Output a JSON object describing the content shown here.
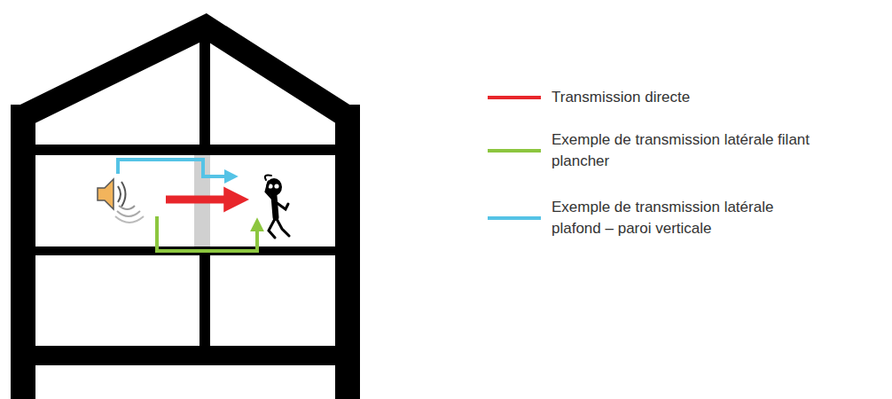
{
  "diagram": {
    "legend": [
      {
        "text": "Transmission directe"
      },
      {
        "text": "Exemple de transmission latérale filant plancher"
      },
      {
        "text": "Exemple de transmission latérale plafond – paroi verticale"
      }
    ]
  }
}
